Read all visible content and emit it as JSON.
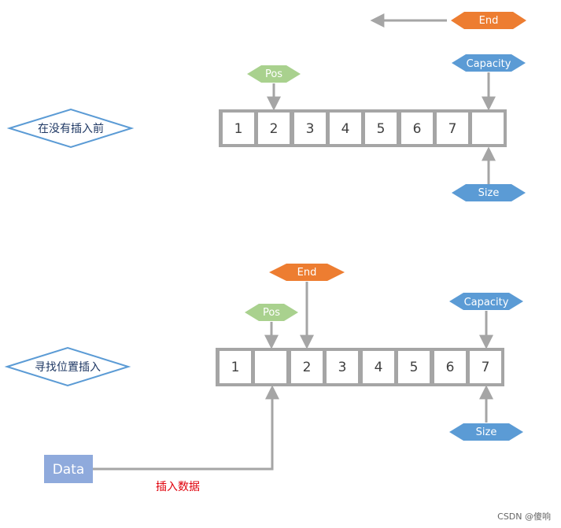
{
  "colors": {
    "end": "#ed7d31",
    "capacity": "#5b9bd5",
    "size": "#5b9bd5",
    "pos": "#a9d18e",
    "data_box": "#8faadc",
    "array_border": "#a5a5a5",
    "arrow": "#a5a5a5",
    "step_border": "#5b9bd5",
    "note_text": "#e0000a"
  },
  "stage1": {
    "label": "在没有插入前",
    "cells": [
      "1",
      "2",
      "3",
      "4",
      "5",
      "6",
      "7",
      ""
    ],
    "pointers": {
      "end": "End",
      "capacity": "Capacity",
      "pos": "Pos",
      "size": "Size"
    }
  },
  "stage2": {
    "label": "寻找位置插入",
    "cells": [
      "1",
      "",
      "2",
      "3",
      "4",
      "5",
      "6",
      "7"
    ],
    "pointers": {
      "end": "End",
      "capacity": "Capacity",
      "pos": "Pos",
      "size": "Size"
    },
    "data_box": "Data",
    "insert_note": "插入数据"
  },
  "watermark": "CSDN @傻响"
}
